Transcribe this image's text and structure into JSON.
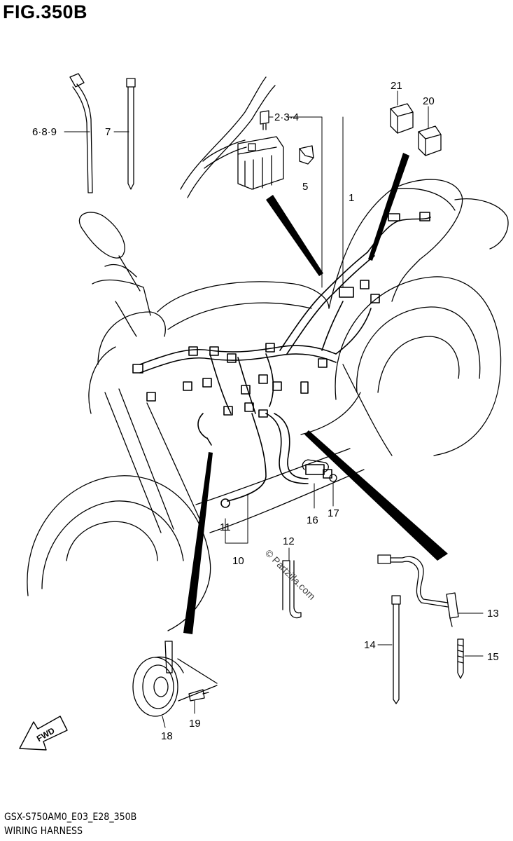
{
  "figure": {
    "title": "FIG.350B"
  },
  "footer": {
    "code": "GSX-S750AM0_E03_E28_350B",
    "name": "WIRING HARNESS"
  },
  "callouts": {
    "c1": "1",
    "c234": "2·3·4",
    "c5": "5",
    "c689": "6·8·9",
    "c7": "7",
    "c10": "10",
    "c11": "11",
    "c12": "12",
    "c13": "13",
    "c14": "14",
    "c15": "15",
    "c16": "16",
    "c17": "17",
    "c18": "18",
    "c19": "19",
    "c20": "20",
    "c21": "21"
  },
  "direction_marker": "FWD",
  "watermark": "© Partzilla.com",
  "colors": {
    "line": "#000000",
    "background": "#ffffff"
  }
}
